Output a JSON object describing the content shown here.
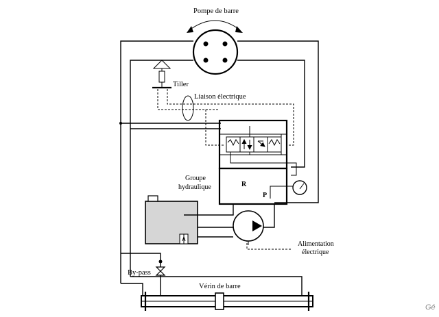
{
  "labels": {
    "pompe_de_barre": "Pompe de barre",
    "tiller": "Tiller",
    "liaison_electrique": "Liaison électrique",
    "groupe_line1": "Groupe",
    "groupe_line2": "hydraulique",
    "r": "R",
    "p": "P",
    "alimentation_line1": "Alimentation",
    "alimentation_line2": "électrique",
    "by_pass": "By-pass",
    "verin_de_barre": "Vérin de barre",
    "watermark": "Gé"
  }
}
